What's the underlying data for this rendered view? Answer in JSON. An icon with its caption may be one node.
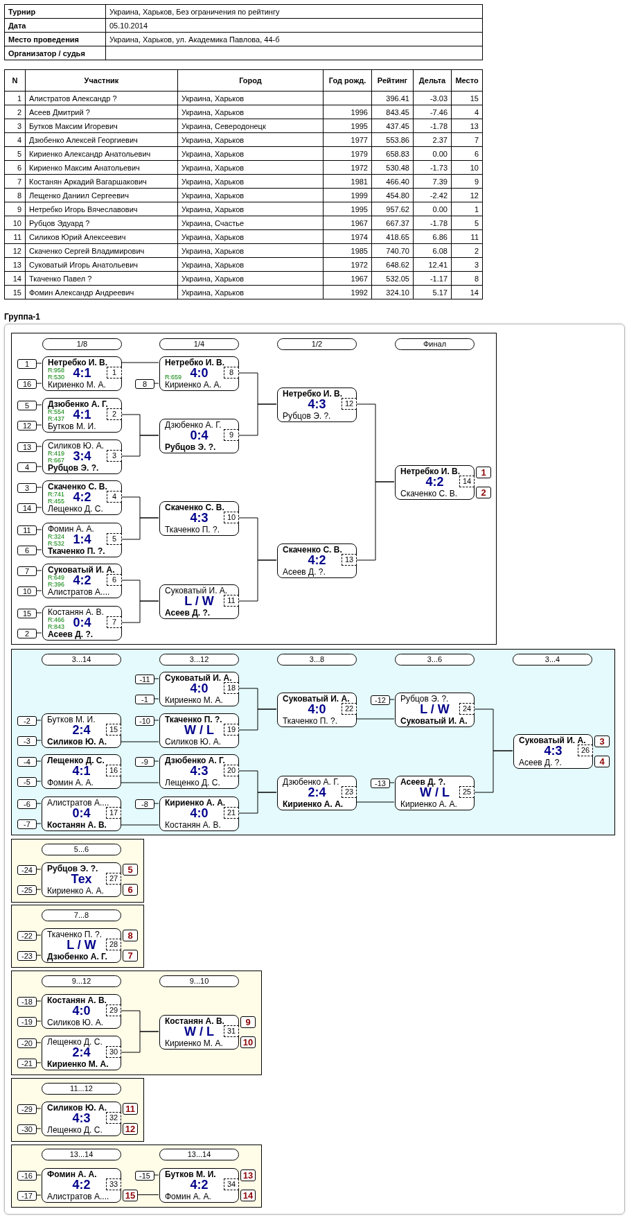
{
  "diagram": {
    "nodes": [
      {
        "text": [
          "Группа-1"
        ]
      },
      {
        "text": [],
        "shape": "box",
        "in": 0
      },
      {
        "text": [
          "1/8"
        ],
        "in": 1
      },
      {
        "text": [
          "1/4"
        ],
        "in": 1
      },
      {
        "text": [
          "1/2"
        ],
        "in": 1
      },
      {
        "text": [
          "Финал"
        ],
        "in": 1
      },
      {
        "text": [
          "1"
        ],
        "in": 1
      },
      {
        "text": [
          "**Нетребко И. В.**",
          "R:958",
          "R:530",
          "4:1",
          "1",
          "Кириенко М. А."
        ],
        "in": 1
      },
      {
        "text": [
          "16"
        ],
        "in": 1
      },
      {
        "text": [
          "5"
        ],
        "in": 1
      },
      {
        "text": [
          "**Дзюбенко А. Г.**",
          "R:554",
          "R:437",
          "4:1",
          "2",
          "Бутков М. И."
        ],
        "in": 1
      },
      {
        "text": [
          "12"
        ],
        "in": 1
      },
      {
        "text": [
          "13"
        ],
        "in": 1
      },
      {
        "text": [
          "Силиков Ю. А.",
          "R:419",
          "R:667",
          "3:4",
          "3",
          "**Рубцов Э. ?.**"
        ],
        "in": 1
      },
      {
        "text": [
          "4"
        ],
        "in": 1
      },
      {
        "text": [
          "3"
        ],
        "in": 1
      },
      {
        "text": [
          "**Скаченко С. В.**",
          "R:741",
          "R:455",
          "4:2",
          "4",
          "Лещенко Д. С."
        ],
        "in": 1
      },
      {
        "text": [
          "14"
        ],
        "in": 1
      },
      {
        "text": [
          "11"
        ],
        "in": 1
      },
      {
        "text": [
          "Фомин А. А.",
          "R:324",
          "R:532",
          "1:4",
          "5",
          "**Ткаченко П. ?.**"
        ],
        "in": 1
      },
      {
        "text": [
          "6"
        ],
        "in": 1
      },
      {
        "text": [
          "7"
        ],
        "in": 1
      },
      {
        "text": [
          "**Суковатый И. А.**",
          "R:649",
          "R:396",
          "4:2",
          "6",
          "Алистратов А...."
        ],
        "in": 1
      },
      {
        "text": [
          "10"
        ],
        "in": 1
      },
      {
        "text": [
          "15"
        ],
        "in": 1
      },
      {
        "text": [
          "Костанян А. В.",
          "R:466",
          "R:843",
          "0:4",
          "7",
          "**Асеев Д. ?.**"
        ],
        "in": 1
      },
      {
        "text": [
          "2"
        ],
        "in": 1
      },
      {
        "text": [
          "8"
        ],
        "in": 1
      },
      {
        "text": [
          "**Нетребко И. В.**",
          "R:659",
          "4:0",
          "8",
          "Кириенко А. А."
        ],
        "in": 1
      },
      {
        "text": [
          "Дзюбенко А. Г.",
          "0:4",
          "9",
          "**Рубцов Э. ?.**"
        ],
        "in": 1
      },
      {
        "text": [
          "**Скаченко С. В.**",
          "4:3",
          "10",
          "Ткаченко П. ?."
        ],
        "in": 1
      },
      {
        "text": [
          "Суковатый И. А.",
          "L / W",
          "11",
          "**Асеев Д. ?.**"
        ],
        "in": 1
      },
      {
        "text": [
          "**Нетребко И. В.**",
          "4:3",
          "12",
          "Рубцов Э. ?."
        ],
        "in": 1
      },
      {
        "text": [
          "**Скаченко С. В.**",
          "4:2",
          "13",
          "Асеев Д. ?."
        ],
        "in": 1
      },
      {
        "text": [
          "**Нетребко И. В.**",
          "4:2",
          "14",
          "Скаченко С. В."
        ],
        "in": 1
      },
      {
        "text": [
          "1"
        ],
        "in": 1
      },
      {
        "text": [
          "2"
        ],
        "in": 1
      },
      {
        "text": [],
        "shape": "box",
        "in": 0
      },
      {
        "text": [
          "3...14"
        ],
        "in": 37
      },
      {
        "text": [
          "3...12"
        ],
        "in": 37
      },
      {
        "text": [
          "3...8"
        ],
        "in": 37
      },
      {
        "text": [
          "3...6"
        ],
        "in": 37
      },
      {
        "text": [
          "3...4"
        ],
        "in": 37
      },
      {
        "text": [
          "-2"
        ],
        "in": 37
      },
      {
        "text": [
          "Бутков М. И.",
          "2:4",
          "15",
          "**Силиков Ю. А.**"
        ],
        "in": 37
      },
      {
        "text": [
          "-3"
        ],
        "in": 37
      },
      {
        "text": [
          "-4"
        ],
        "in": 37
      },
      {
        "text": [
          "**Лещенко Д. С.**",
          "4:1",
          "16",
          "Фомин А. А."
        ],
        "in": 37
      },
      {
        "text": [
          "-5"
        ],
        "in": 37
      },
      {
        "text": [
          "-6"
        ],
        "in": 37
      },
      {
        "text": [
          "Алистратов А....",
          "0:4",
          "17",
          "**Костанян А. В.**"
        ],
        "in": 37
      },
      {
        "text": [
          "-7"
        ],
        "in": 37
      },
      {
        "text": [
          "-11"
        ],
        "in": 37
      },
      {
        "text": [
          "**Суковатый И. А.**",
          "4:0",
          "18",
          "Кириенко М. А."
        ],
        "in": 37
      },
      {
        "text": [
          "-1"
        ],
        "in": 37
      },
      {
        "text": [
          "-10"
        ],
        "in": 37
      },
      {
        "text": [
          "**Ткаченко П. ?.**",
          "W / L",
          "19",
          "Силиков Ю. А."
        ],
        "in": 37
      },
      {
        "text": [
          "-9"
        ],
        "in": 37
      },
      {
        "text": [
          "**Дзюбенко А. Г.**",
          "4:3",
          "20",
          "Лещенко Д. С."
        ],
        "in": 37
      },
      {
        "text": [
          "-8"
        ],
        "in": 37
      },
      {
        "text": [
          "**Кириенко А. А.**",
          "4:0",
          "21",
          "Костанян А. В."
        ],
        "in": 37
      },
      {
        "text": [
          "**Суковатый И. А.**",
          "4:0",
          "22",
          "Ткаченко П. ?."
        ],
        "in": 37
      },
      {
        "text": [
          "Дзюбенко А. Г.",
          "2:4",
          "23",
          "**Кириенко А. А.**"
        ],
        "in": 37
      },
      {
        "text": [
          "-12"
        ],
        "in": 37
      },
      {
        "text": [
          "Рубцов Э. ?.",
          "L / W",
          "24",
          "**Суковатый И. А.**"
        ],
        "in": 37
      },
      {
        "text": [
          "-13"
        ],
        "in": 37
      },
      {
        "text": [
          "**Асеев Д. ?.**",
          "W / L",
          "25",
          "Кириенко А. А."
        ],
        "in": 37
      },
      {
        "text": [
          "**Суковатый И. А.**",
          "4:3",
          "26",
          "Асеев Д. ?."
        ],
        "in": 37
      },
      {
        "text": [
          "3"
        ],
        "in": 37
      },
      {
        "text": [
          "4"
        ],
        "in": 37
      },
      {
        "text": [],
        "shape": "box",
        "in": 0
      },
      {
        "text": [
          "5...6"
        ],
        "in": 70
      },
      {
        "text": [
          "-24"
        ],
        "in": 70
      },
      {
        "text": [
          "**Рубцов Э. ?.**",
          "Тех",
          "27",
          "Кириенко А. А."
        ],
        "in": 70
      },
      {
        "text": [
          "-25"
        ],
        "in": 70
      },
      {
        "text": [
          "5"
        ],
        "in": 70
      },
      {
        "text": [
          "6"
        ],
        "in": 70
      },
      {
        "text": [],
        "shape": "box",
        "in": 0
      },
      {
        "text": [
          "7...8"
        ],
        "in": 77
      },
      {
        "text": [
          "-22"
        ],
        "in": 77
      },
      {
        "text": [
          "Ткаченко П. ?.",
          "L / W",
          "28",
          "**Дзюбенко А. Г.**"
        ],
        "in": 77
      },
      {
        "text": [
          "-23"
        ],
        "in": 77
      },
      {
        "text": [
          "8"
        ],
        "in": 77
      },
      {
        "text": [
          "7"
        ],
        "in": 77
      },
      {
        "text": [],
        "shape": "box",
        "in": 0
      },
      {
        "text": [
          "9...12"
        ],
        "in": 84
      },
      {
        "text": [
          "9...10"
        ],
        "in": 84
      },
      {
        "text": [
          "-18"
        ],
        "in": 84
      },
      {
        "text": [
          "**Костанян А. В.**",
          "4:0",
          "29",
          "Силиков Ю. А."
        ],
        "in": 84
      },
      {
        "text": [
          "-19"
        ],
        "in": 84
      },
      {
        "text": [
          "-20"
        ],
        "in": 84
      },
      {
        "text": [
          "Лещенко Д. С.",
          "2:4",
          "30",
          "**Кириенко М. А.**"
        ],
        "in": 84
      },
      {
        "text": [
          "-21"
        ],
        "in": 84
      },
      {
        "text": [
          "**Костанян А. В.**",
          "W / L",
          "31",
          "Кириенко М. А."
        ],
        "in": 84
      },
      {
        "text": [
          "9"
        ],
        "in": 84
      },
      {
        "text": [
          "10"
        ],
        "in": 84
      },
      {
        "text": [],
        "shape": "box",
        "in": 0
      },
      {
        "text": [
          "11...12"
        ],
        "in": 96
      },
      {
        "text": [
          "-29"
        ],
        "in": 96
      },
      {
        "text": [
          "**Силиков Ю. А.**",
          "4:3",
          "32",
          "Лещенко Д. С."
        ],
        "in": 96
      },
      {
        "text": [
          "-30"
        ],
        "in": 96
      },
      {
        "text": [
          "11"
        ],
        "in": 96
      },
      {
        "text": [
          "12"
        ],
        "in": 96
      },
      {
        "text": [],
        "shape": "box",
        "in": 0
      },
      {
        "text": [
          "13...14"
        ],
        "in": 103
      },
      {
        "text": [
          "13...14"
        ],
        "in": 103
      },
      {
        "text": [
          "-16"
        ],
        "in": 103
      },
      {
        "text": [
          "**Фомин А. А.**",
          "4:2",
          "33",
          "Алистратов А...."
        ],
        "in": 103
      },
      {
        "text": [
          "-17"
        ],
        "in": 103
      },
      {
        "text": [
          "15"
        ],
        "in": 103
      },
      {
        "text": [
          "-15"
        ],
        "in": 103
      },
      {
        "text": [
          "**Бутков М. И.**",
          "4:2",
          "34",
          "Фомин А. А."
        ],
        "in": 103
      },
      {
        "text": [
          "13"
        ],
        "in": 103
      },
      {
        "text": [
          "14"
        ],
        "in": 103
      }
    ],
    "edges": [
      {
        "from": 6,
        "to": 7,
        "arrow": "none"
      },
      {
        "from": 8,
        "to": 7,
        "arrow": "none"
      },
      {
        "from": 9,
        "to": 10,
        "arrow": "none"
      },
      {
        "from": 11,
        "to": 10,
        "arrow": "none"
      },
      {
        "from": 12,
        "to": 13,
        "arrow": "none"
      },
      {
        "from": 14,
        "to": 13,
        "arrow": "none"
      },
      {
        "from": 15,
        "to": 16,
        "arrow": "none"
      },
      {
        "from": 17,
        "to": 16,
        "arrow": "none"
      },
      {
        "from": 18,
        "to": 19,
        "arrow": "none"
      },
      {
        "from": 20,
        "to": 19,
        "arrow": "none"
      },
      {
        "from": 21,
        "to": 22,
        "arrow": "none"
      },
      {
        "from": 23,
        "to": 22,
        "arrow": "none"
      },
      {
        "from": 24,
        "to": 25,
        "arrow": "none"
      },
      {
        "from": 26,
        "to": 25,
        "arrow": "none"
      },
      {
        "from": 27,
        "to": 28,
        "arrow": "none"
      },
      {
        "from": 7,
        "to": 28,
        "arrow": "none"
      },
      {
        "from": 10,
        "to": 29,
        "arrow": "none"
      },
      {
        "from": 13,
        "to": 29,
        "arrow": "none"
      },
      {
        "from": 16,
        "to": 30,
        "arrow": "none"
      },
      {
        "from": 19,
        "to": 30,
        "arrow": "none"
      },
      {
        "from": 22,
        "to": 31,
        "arrow": "none"
      },
      {
        "from": 25,
        "to": 31,
        "arrow": "none"
      },
      {
        "from": 28,
        "to": 32,
        "arrow": "none"
      },
      {
        "from": 29,
        "to": 32,
        "arrow": "none"
      },
      {
        "from": 30,
        "to": 33,
        "arrow": "none"
      },
      {
        "from": 31,
        "to": 33,
        "arrow": "none"
      },
      {
        "from": 32,
        "to": 34,
        "arrow": "none"
      },
      {
        "from": 33,
        "to": 34,
        "arrow": "none"
      },
      {
        "from": 43,
        "to": 44,
        "arrow": "none"
      },
      {
        "from": 45,
        "to": 44,
        "arrow": "none"
      },
      {
        "from": 46,
        "to": 47,
        "arrow": "none"
      },
      {
        "from": 48,
        "to": 47,
        "arrow": "none"
      },
      {
        "from": 49,
        "to": 50,
        "arrow": "none"
      },
      {
        "from": 51,
        "to": 50,
        "arrow": "none"
      },
      {
        "from": 52,
        "to": 53,
        "arrow": "none"
      },
      {
        "from": 54,
        "to": 53,
        "arrow": "none"
      },
      {
        "from": 55,
        "to": 56,
        "arrow": "none"
      },
      {
        "from": 57,
        "to": 58,
        "arrow": "none"
      },
      {
        "from": 59,
        "to": 60,
        "arrow": "none"
      },
      {
        "from": 63,
        "to": 64,
        "arrow": "none"
      },
      {
        "from": 65,
        "to": 66,
        "arrow": "none"
      },
      {
        "from": 44,
        "to": 56,
        "arrow": "none"
      },
      {
        "from": 47,
        "to": 58,
        "arrow": "none"
      },
      {
        "from": 50,
        "to": 60,
        "arrow": "none"
      },
      {
        "from": 53,
        "to": 61,
        "arrow": "none"
      },
      {
        "from": 56,
        "to": 61,
        "arrow": "none"
      },
      {
        "from": 58,
        "to": 62,
        "arrow": "none"
      },
      {
        "from": 60,
        "to": 62,
        "arrow": "none"
      },
      {
        "from": 61,
        "to": 64,
        "arrow": "none"
      },
      {
        "from": 62,
        "to": 66,
        "arrow": "none"
      },
      {
        "from": 64,
        "to": 67,
        "arrow": "none"
      },
      {
        "from": 66,
        "to": 67,
        "arrow": "none"
      },
      {
        "from": 72,
        "to": 73,
        "arrow": "none"
      },
      {
        "from": 74,
        "to": 73,
        "arrow": "none"
      },
      {
        "from": 79,
        "to": 80,
        "arrow": "none"
      },
      {
        "from": 81,
        "to": 80,
        "arrow": "none"
      },
      {
        "from": 87,
        "to": 88,
        "arrow": "none"
      },
      {
        "from": 89,
        "to": 88,
        "arrow": "none"
      },
      {
        "from": 90,
        "to": 91,
        "arrow": "none"
      },
      {
        "from": 92,
        "to": 91,
        "arrow": "none"
      },
      {
        "from": 88,
        "to": 93,
        "arrow": "none"
      },
      {
        "from": 91,
        "to": 93,
        "arrow": "none"
      },
      {
        "from": 98,
        "to": 99,
        "arrow": "none"
      },
      {
        "from": 100,
        "to": 99,
        "arrow": "none"
      },
      {
        "from": 106,
        "to": 107,
        "arrow": "none"
      },
      {
        "from": 108,
        "to": 107,
        "arrow": "none"
      },
      {
        "from": 110,
        "to": 111,
        "arrow": "none"
      },
      {
        "from": 109,
        "to": 111,
        "arrow": "none"
      }
    ],
    "labels": [
      "Турнир",
      "Украина, Харьков, Без ограничения по рейтингу",
      "Дата",
      "05.10.2014",
      "Место проведения",
      "Украина, Харьков, ул. Академика Павлова, 44-б",
      "Организатор / судья",
      "N",
      "Участник",
      "Город",
      "Год рожд.",
      "Рейтинг",
      "Дельта",
      "Место",
      "1",
      "Алистратов Александр ?",
      "Украина, Харьков",
      "396.41",
      "-3.03",
      "15",
      "2",
      "Асеев Дмитрий ?",
      "Украина, Харьков",
      "1996",
      "843.45",
      "-7.46",
      "4",
      "3",
      "Бутков Максим Игоревич",
      "Украина, Северодонецк",
      "1995",
      "437.45",
      "-1.78",
      "13",
      "4",
      "Дзюбенко Алексей Георгиевич",
      "Украина, Харьков",
      "1977",
      "553.86",
      "2.37",
      "7",
      "5",
      "Кириенко Александр Анатольевич",
      "Украина, Харьков",
      "1979",
      "658.83",
      "0.00",
      "6",
      "6",
      "Кириенко Максим Анатольевич",
      "Украина, Харьков",
      "1972",
      "530.48",
      "-1.73",
      "10",
      "7",
      "Костанян Аркадий Вагаршакович",
      "Украина, Харьков",
      "1981",
      "466.40",
      "7.39",
      "9",
      "8",
      "Лещенко Даниил Сергеевич",
      "Украина, Харьков",
      "1999",
      "454.80",
      "-2.42",
      "12",
      "9",
      "Нетребко Игорь Вячеславович",
      "Украина, Харьков",
      "1995",
      "957.62",
      "0.00",
      "1",
      "10",
      "Рубцов Эдуард ?",
      "Украина, Счастье",
      "1967",
      "667.37",
      "-1.78",
      "5",
      "11",
      "Силиков Юрий Алексеевич",
      "Украина, Харьков",
      "1974",
      "418.65",
      "6.86",
      "11",
      "12",
      "Скаченко Сергей Владимирович",
      "Украина, Харьков",
      "1985",
      "740.70",
      "6.08",
      "2",
      "13",
      "Суковатый Игорь Анатольевич",
      "Украина, Харьков",
      "1972",
      "648.62",
      "12.41",
      "3",
      "14",
      "Ткаченко Павел ?",
      "Украина, Харьков",
      "1967",
      "532.05",
      "-1.17",
      "8",
      "15",
      "Фомин Александр Андреевич",
      "Украина, Харьков",
      "1992",
      "324.10",
      "5.17",
      "14"
    ]
  }
}
